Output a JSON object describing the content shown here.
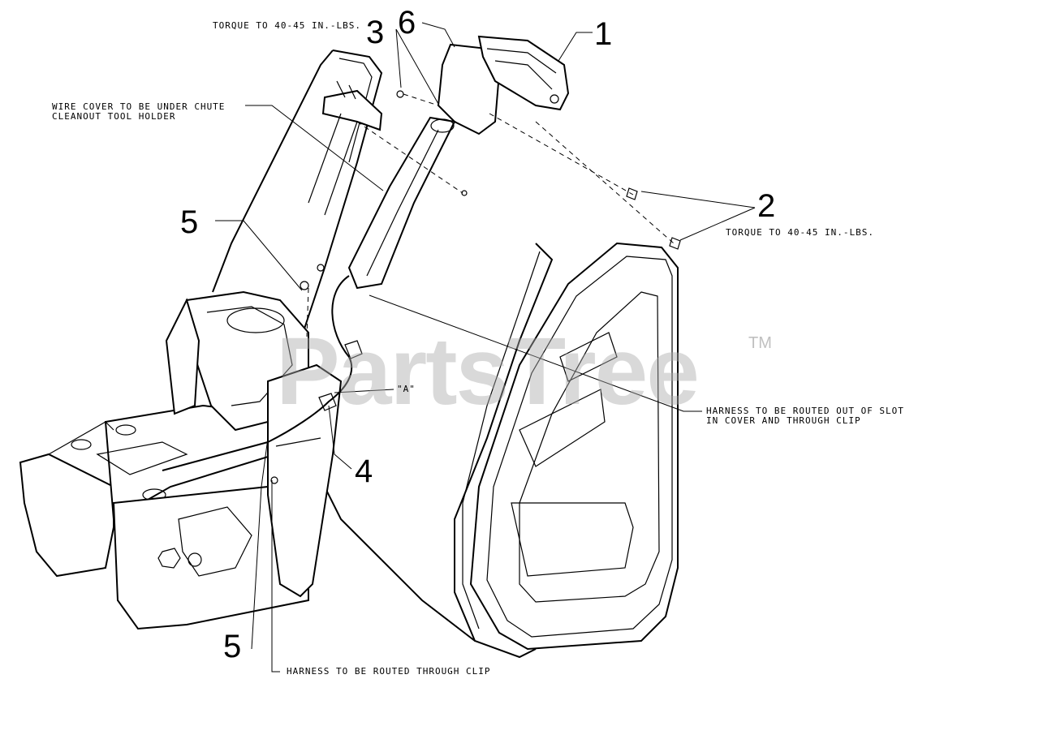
{
  "watermark": {
    "text": "PartsTree",
    "trademark": "TM"
  },
  "callouts": [
    {
      "id": "1",
      "label": "1"
    },
    {
      "id": "2",
      "label": "2"
    },
    {
      "id": "3",
      "label": "3"
    },
    {
      "id": "4",
      "label": "4"
    },
    {
      "id": "5a",
      "label": "5"
    },
    {
      "id": "5b",
      "label": "5"
    },
    {
      "id": "6",
      "label": "6"
    }
  ],
  "notes": {
    "torque_top": "TORQUE TO 40-45 IN.-LBS.",
    "torque_right": "TORQUE TO 40-45 IN.-LBS.",
    "wire_cover": "WIRE COVER TO BE UNDER CHUTE\nCLEANOUT TOOL HOLDER",
    "harness_slot": "HARNESS TO BE ROUTED OUT OF SLOT\nIN COVER AND THROUGH CLIP",
    "harness_clip": "HARNESS TO BE ROUTED THROUGH CLIP",
    "detail_a": "\"A\""
  }
}
